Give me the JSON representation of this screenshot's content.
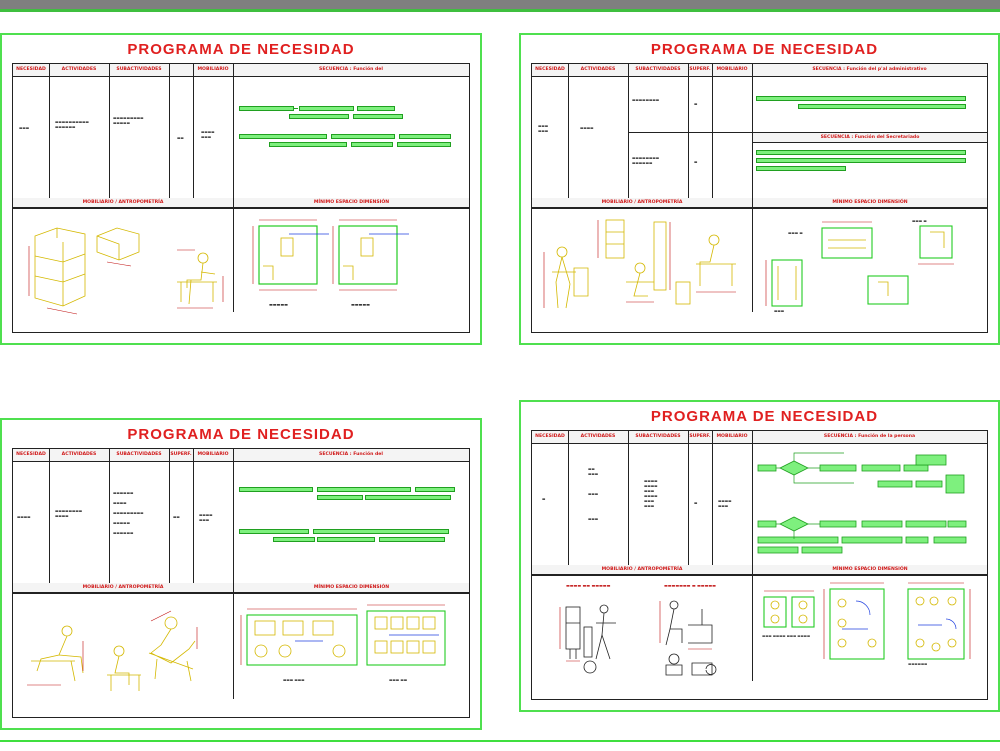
{
  "sheet_title": "PROGRAMA DE NECESIDAD",
  "colors": {
    "frame": "#4fe04f",
    "title": "#e02020",
    "flow_fill": "#7ef07e",
    "furniture": "#d4b800",
    "dimension": "#c01010",
    "topbar": "#7f7f7f"
  },
  "sheets": [
    {
      "headers": [
        "NECESIDAD",
        "ACTIVIDADES",
        "SUBACTIVIDADES",
        "",
        "MOBILIARIO",
        "SECUENCIA : Función del"
      ],
      "lower_left": "MOBILIARIO / ANTROPOMETRÍA",
      "lower_right": "MÍNIMO ESPACIO DIMENSIÓN"
    },
    {
      "headers": [
        "NECESIDAD",
        "ACTIVIDADES",
        "SUBACTIVIDADES",
        "SUPERF.",
        "MOBILIARIO",
        "SECUENCIA : Función del p'al administrativo"
      ],
      "sub_right": "SECUENCIA : Función del Secretariado",
      "lower_left": "MOBILIARIO / ANTROPOMETRÍA",
      "lower_right": "MÍNIMO ESPACIO DIMENSIÓN"
    },
    {
      "headers": [
        "NECESIDAD",
        "ACTIVIDADES",
        "SUBACTIVIDADES",
        "SUPERF.",
        "MOBILIARIO",
        "SECUENCIA : Función del"
      ],
      "lower_left": "MOBILIARIO / ANTROPOMETRÍA",
      "lower_right": "MÍNIMO ESPACIO DIMENSIÓN"
    },
    {
      "headers": [
        "NECESIDAD",
        "ACTIVIDADES",
        "SUBACTIVIDADES",
        "SUPERF.",
        "MOBILIARIO",
        "SECUENCIA : Función de la persona"
      ],
      "lower_left": "MOBILIARIO / ANTROPOMETRÍA",
      "lower_right": "MÍNIMO ESPACIO DIMENSIÓN"
    }
  ]
}
